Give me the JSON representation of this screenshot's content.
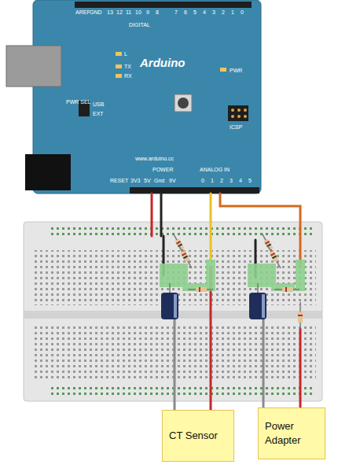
{
  "diagram": {
    "nodes": [
      {
        "text": [
          "CT Sensor"
        ]
      },
      {
        "text": [
          "Power Adapter"
        ]
      }
    ],
    "labels": [
      "AREF",
      "GND",
      "13",
      "12",
      "11",
      "10",
      "9",
      "8",
      "7",
      "6",
      "5",
      "4",
      "3",
      "2",
      "1",
      "0",
      "DIGITAL",
      "L",
      "TX",
      "RX",
      "Arduino",
      "PWR",
      "PWR SEL",
      "USB",
      "EXT",
      "ICSP",
      "www.arduino.cc",
      "RESET",
      "3V3",
      "5V",
      "Gnd",
      "9V",
      "POWER",
      "ANALOG IN",
      "0",
      "1",
      "2",
      "3",
      "4",
      "5"
    ]
  }
}
